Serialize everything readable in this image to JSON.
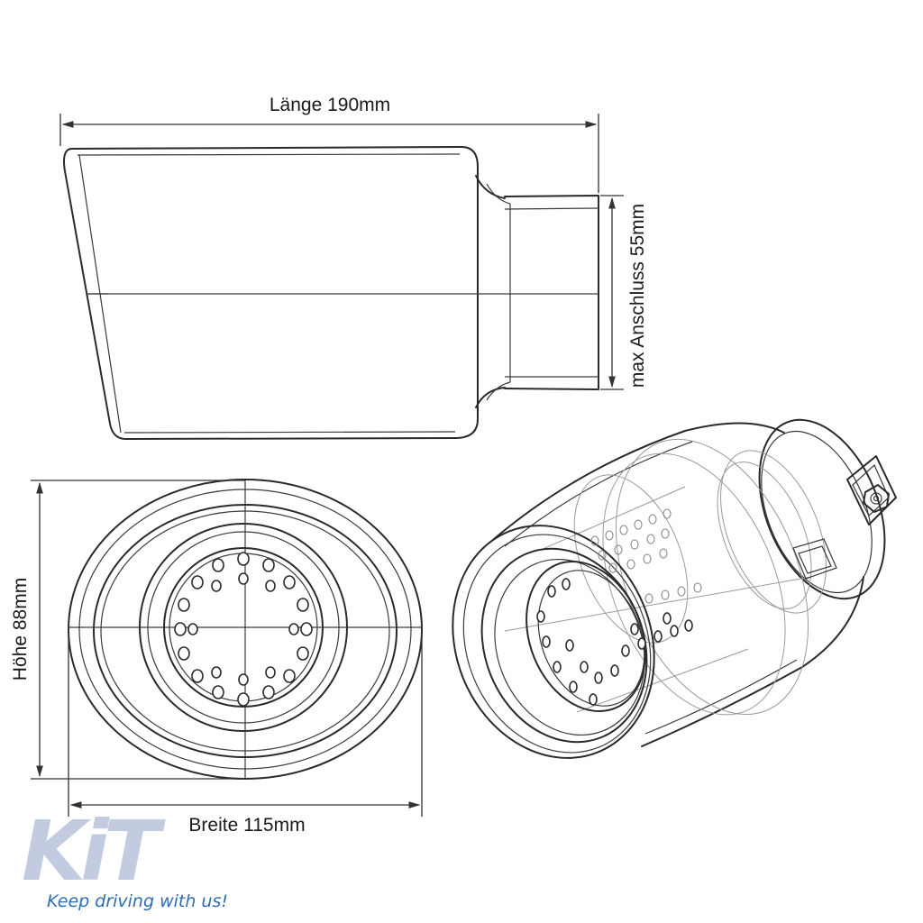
{
  "labels": {
    "length": "Länge 190mm",
    "connection": "max Anschluss 55mm",
    "height": "Höhe 88mm",
    "width": "Breite 115mm"
  },
  "logo": {
    "text": "KiT",
    "slogan": "Keep driving with us!"
  },
  "colors": {
    "line": "#2a2a2a",
    "logo": "#c3cbe0",
    "slogan": "#2f6db3"
  }
}
